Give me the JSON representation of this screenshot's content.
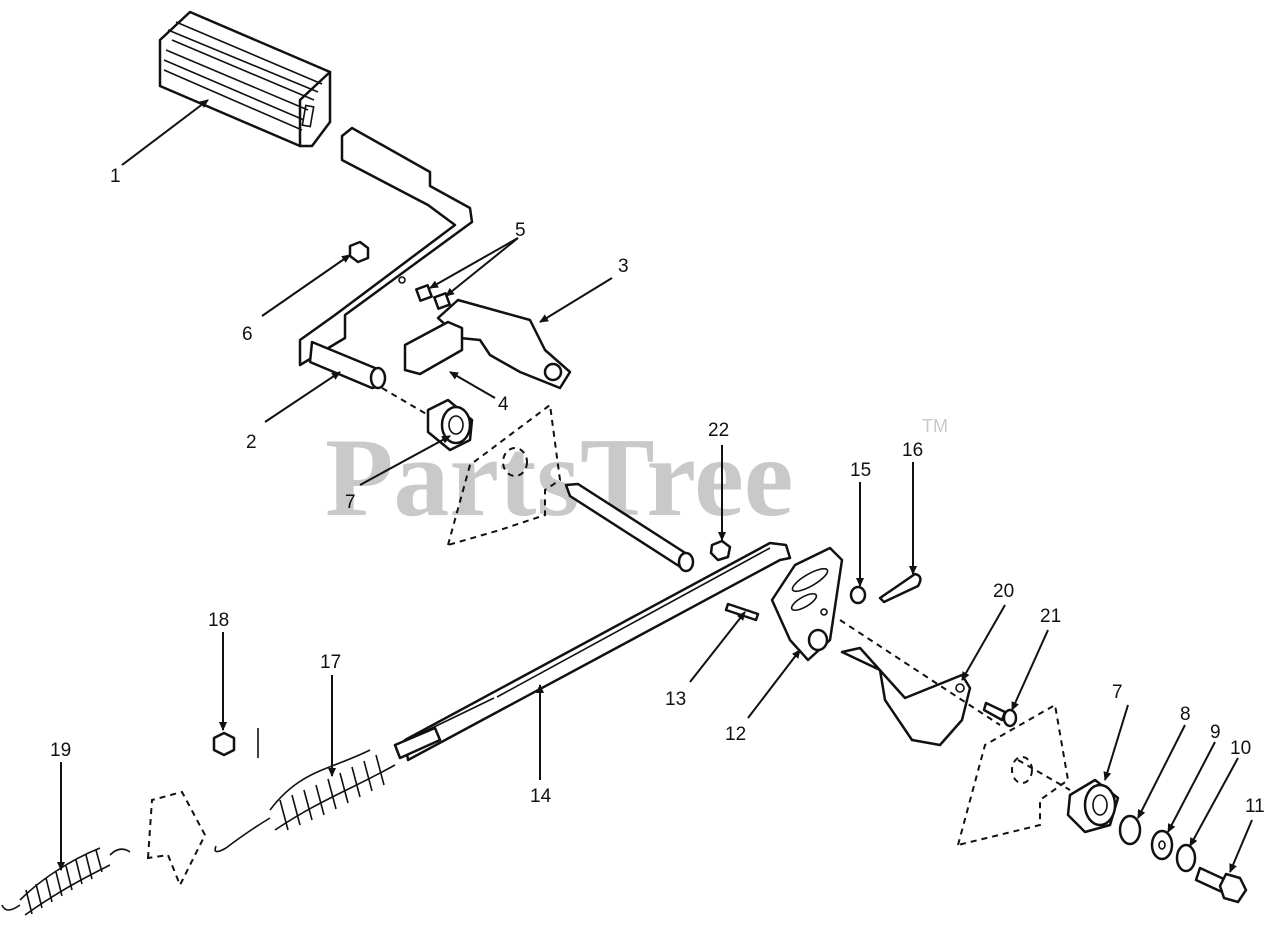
{
  "watermark": {
    "text": "PartsTree",
    "trademark": "TM"
  },
  "callouts": [
    {
      "id": "c1",
      "label": "1"
    },
    {
      "id": "c2",
      "label": "2"
    },
    {
      "id": "c3",
      "label": "3"
    },
    {
      "id": "c4",
      "label": "4"
    },
    {
      "id": "c5",
      "label": "5"
    },
    {
      "id": "c6",
      "label": "6"
    },
    {
      "id": "c7a",
      "label": "7"
    },
    {
      "id": "c7b",
      "label": "7"
    },
    {
      "id": "c8",
      "label": "8"
    },
    {
      "id": "c9",
      "label": "9"
    },
    {
      "id": "c10",
      "label": "10"
    },
    {
      "id": "c11",
      "label": "11"
    },
    {
      "id": "c12",
      "label": "12"
    },
    {
      "id": "c13",
      "label": "13"
    },
    {
      "id": "c14",
      "label": "14"
    },
    {
      "id": "c15",
      "label": "15"
    },
    {
      "id": "c16",
      "label": "16"
    },
    {
      "id": "c17",
      "label": "17"
    },
    {
      "id": "c18",
      "label": "18"
    },
    {
      "id": "c19",
      "label": "19"
    },
    {
      "id": "c20",
      "label": "20"
    },
    {
      "id": "c21",
      "label": "21"
    },
    {
      "id": "c22",
      "label": "22"
    }
  ]
}
